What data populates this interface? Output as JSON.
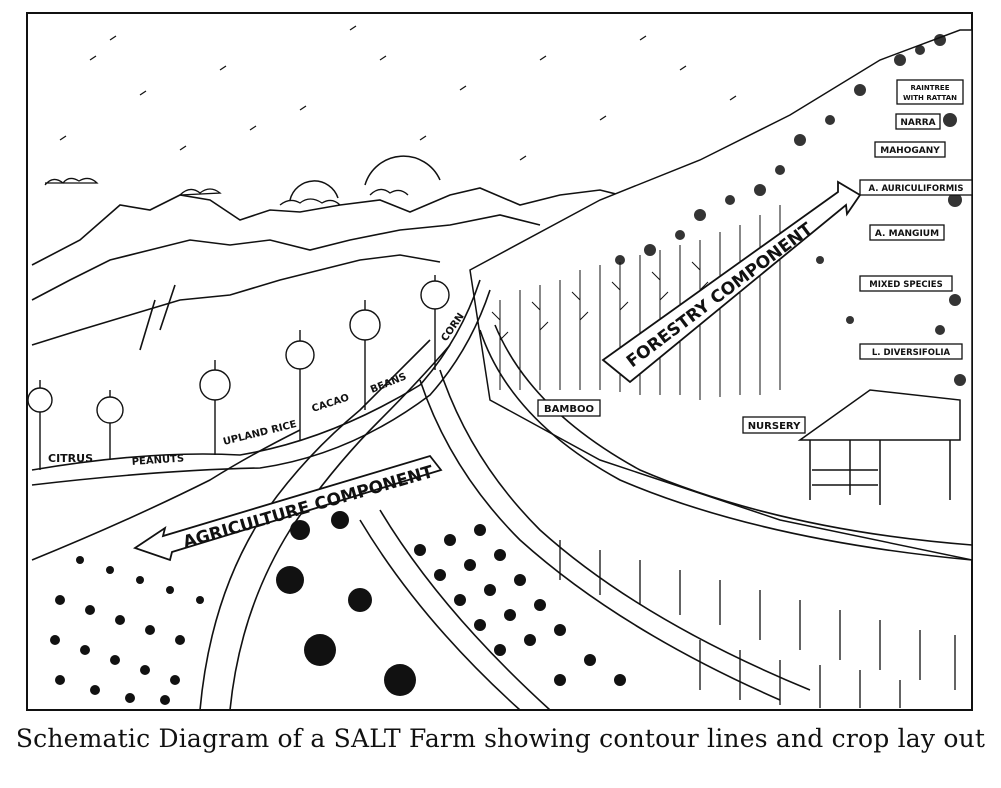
{
  "caption": "Schematic Diagram of a SALT Farm showing contour lines and crop lay out",
  "components": {
    "agriculture": "AGRICULTURE COMPONENT",
    "forestry": "FORESTRY COMPONENT"
  },
  "crops": {
    "citrus": "CITRUS",
    "peanuts": "PEANUTS",
    "upland_rice": "UPLAND RICE",
    "cacao": "CACAO",
    "beans": "BEANS",
    "corn": "CORN"
  },
  "forest_labels": {
    "bamboo": "BAMBOO",
    "nursery": "NURSERY",
    "raintree_1": "RAINTREE",
    "raintree_2": "WITH RATTAN",
    "narra": "NARRA",
    "mahogany": "MAHOGANY",
    "a_auriculiformis": "A. AURICULIFORMIS",
    "a_mangium": "A. MANGIUM",
    "mixed_species": "MIXED SPECIES",
    "l_diversifolia": "L. DIVERSIFOLIA"
  },
  "colors": {
    "ink": "#111111",
    "paper": "#ffffff"
  }
}
